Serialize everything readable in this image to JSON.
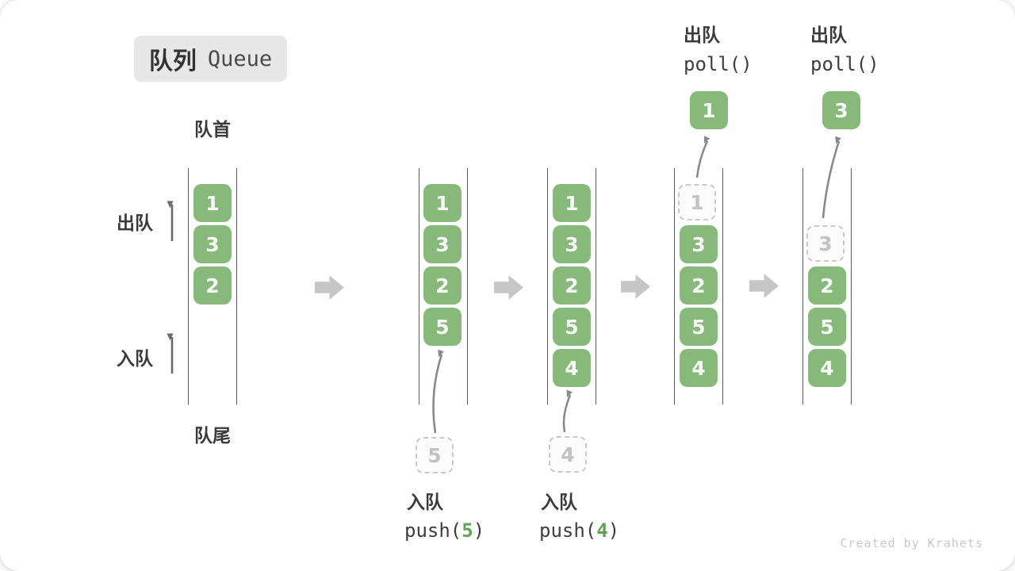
{
  "title": {
    "zh": "队列",
    "en": "Queue"
  },
  "labels": {
    "front": "队首",
    "rear": "队尾",
    "dequeue_side": "出队",
    "enqueue_side": "入队"
  },
  "colors": {
    "box_green": "#87ba7a",
    "code_arg_green": "#5ea352",
    "ghost_gray": "#c9c9c9",
    "wall_gray": "#5a5a5a",
    "stage_arrow_gray": "#c6c6c6"
  },
  "stages": [
    {
      "cells": [
        {
          "value": "1"
        },
        {
          "value": "3"
        },
        {
          "value": "2"
        }
      ]
    },
    {
      "cells": [
        {
          "value": "1"
        },
        {
          "value": "3"
        },
        {
          "value": "2"
        },
        {
          "value": "5"
        }
      ],
      "staging": {
        "value": "5"
      },
      "op": {
        "label": "入队",
        "pre": "push(",
        "arg": "5",
        "post": ")"
      }
    },
    {
      "cells": [
        {
          "value": "1"
        },
        {
          "value": "3"
        },
        {
          "value": "2"
        },
        {
          "value": "5"
        },
        {
          "value": "4"
        }
      ],
      "staging": {
        "value": "4"
      },
      "op": {
        "label": "入队",
        "pre": "push(",
        "arg": "4",
        "post": ")"
      }
    },
    {
      "ghost": {
        "value": "1"
      },
      "cells": [
        {
          "value": "3"
        },
        {
          "value": "2"
        },
        {
          "value": "5"
        },
        {
          "value": "4"
        }
      ],
      "popped": {
        "value": "1"
      },
      "op": {
        "label": "出队",
        "code": "poll()"
      }
    },
    {
      "ghost": {
        "value": "3"
      },
      "cells": [
        {
          "value": "2"
        },
        {
          "value": "5"
        },
        {
          "value": "4"
        }
      ],
      "popped": {
        "value": "3"
      },
      "op": {
        "label": "出队",
        "code": "poll()"
      }
    }
  ],
  "watermark": "Created by Krahets"
}
